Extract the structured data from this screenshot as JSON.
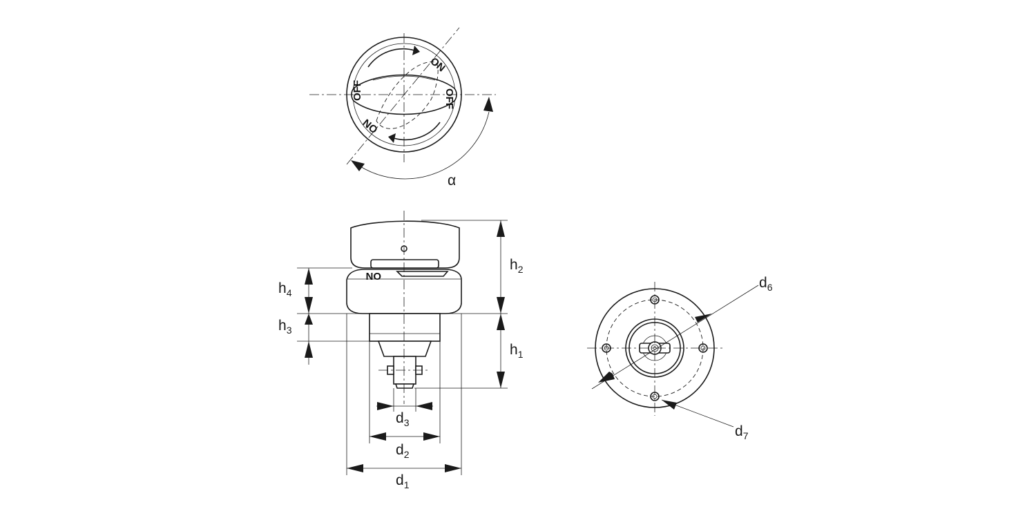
{
  "views": {
    "top": {
      "angle_label": "α",
      "knob_markings": [
        "ON",
        "OFF",
        "ON",
        "OFF"
      ]
    },
    "side": {
      "band_marking": "ON",
      "dimensions": {
        "h1": {
          "base": "h",
          "sub": "1"
        },
        "h2": {
          "base": "h",
          "sub": "2"
        },
        "h3": {
          "base": "h",
          "sub": "3"
        },
        "h4": {
          "base": "h",
          "sub": "4"
        },
        "d1": {
          "base": "d",
          "sub": "1"
        },
        "d2": {
          "base": "d",
          "sub": "2"
        },
        "d3": {
          "base": "d",
          "sub": "3"
        }
      }
    },
    "bottom": {
      "dimensions": {
        "d6": {
          "base": "d",
          "sub": "6"
        },
        "d7": {
          "base": "d",
          "sub": "7"
        }
      }
    }
  },
  "colors": {
    "line": "#1a1a1a",
    "background": "#ffffff"
  }
}
